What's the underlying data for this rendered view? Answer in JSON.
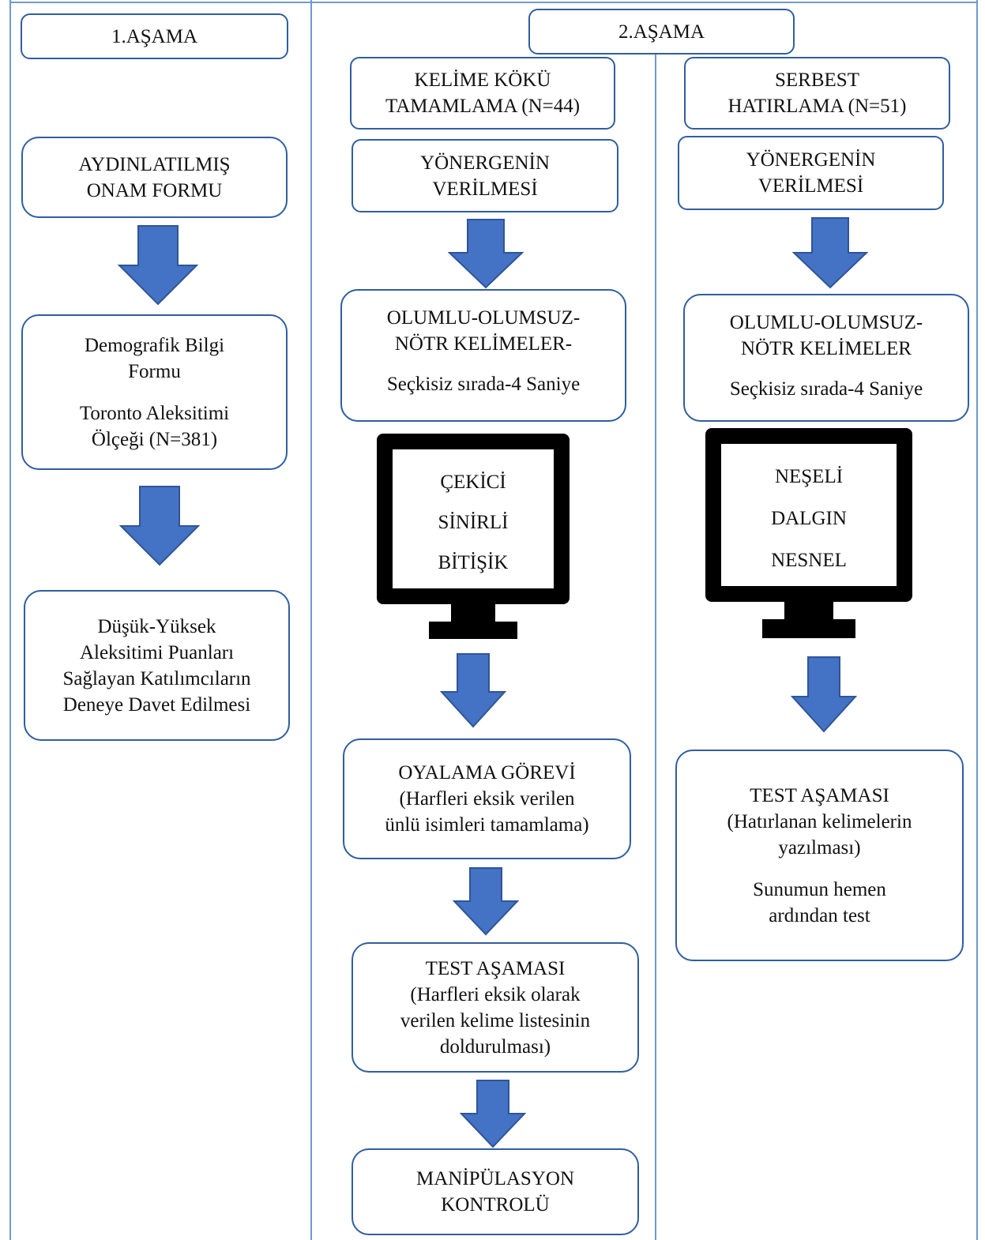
{
  "stage1": {
    "header": "1.AŞAMA",
    "consent": [
      "AYDINLATILMIŞ",
      "ONAM FORMU"
    ],
    "demographic": [
      "Demografik Bilgi",
      "Formu"
    ],
    "toronto": [
      "Toronto Aleksitimi",
      "Ölçeği (N=381)"
    ],
    "invite": [
      "Düşük-Yüksek",
      "Aleksitimi Puanları",
      "Sağlayan Katılımcıların",
      "Deneye Davet Edilmesi"
    ]
  },
  "stage2": {
    "header": "2.AŞAMA",
    "stem": {
      "title": [
        "KELİME KÖKÜ",
        "TAMAMLAMA (N=44)"
      ],
      "instruction": [
        "YÖNERGENİN",
        "VERİLMESİ"
      ],
      "words": [
        "OLUMLU-OLUMSUZ-",
        "NÖTR KELİMELER-"
      ],
      "words_timing": "Seçkisiz sırada-4 Saniye",
      "monitor_words": [
        "ÇEKİCİ",
        "SİNİRLİ",
        "BİTİŞİK"
      ],
      "distractor": [
        "OYALAMA GÖREVİ",
        "(Harfleri eksik verilen",
        "ünlü isimleri tamamlama)"
      ],
      "test": [
        "TEST AŞAMASI",
        "(Harfleri eksik olarak",
        "verilen kelime listesinin",
        "doldurulması)"
      ],
      "manipulation": [
        "MANİPÜLASYON",
        "KONTROLÜ"
      ]
    },
    "free": {
      "title": [
        "SERBEST",
        "HATIRLAMA (N=51)"
      ],
      "instruction": [
        "YÖNERGENİN",
        "VERİLMESİ"
      ],
      "words": [
        "OLUMLU-OLUMSUZ-",
        "NÖTR KELİMELER"
      ],
      "words_timing": "Seçkisiz sırada-4 Saniye",
      "monitor_words": [
        "NEŞELİ",
        "DALGIN",
        "NESNEL"
      ],
      "test": [
        "TEST AŞAMASI",
        "(Hatırlanan kelimelerin",
        "yazılması)"
      ],
      "test_note": [
        "Sunumun hemen",
        "ardından test"
      ]
    }
  },
  "colors": {
    "arrow": "#4472c4",
    "arrow_border": "#2f5597",
    "box_border": "#2f5f9e",
    "divider": "#6f9ad0"
  }
}
